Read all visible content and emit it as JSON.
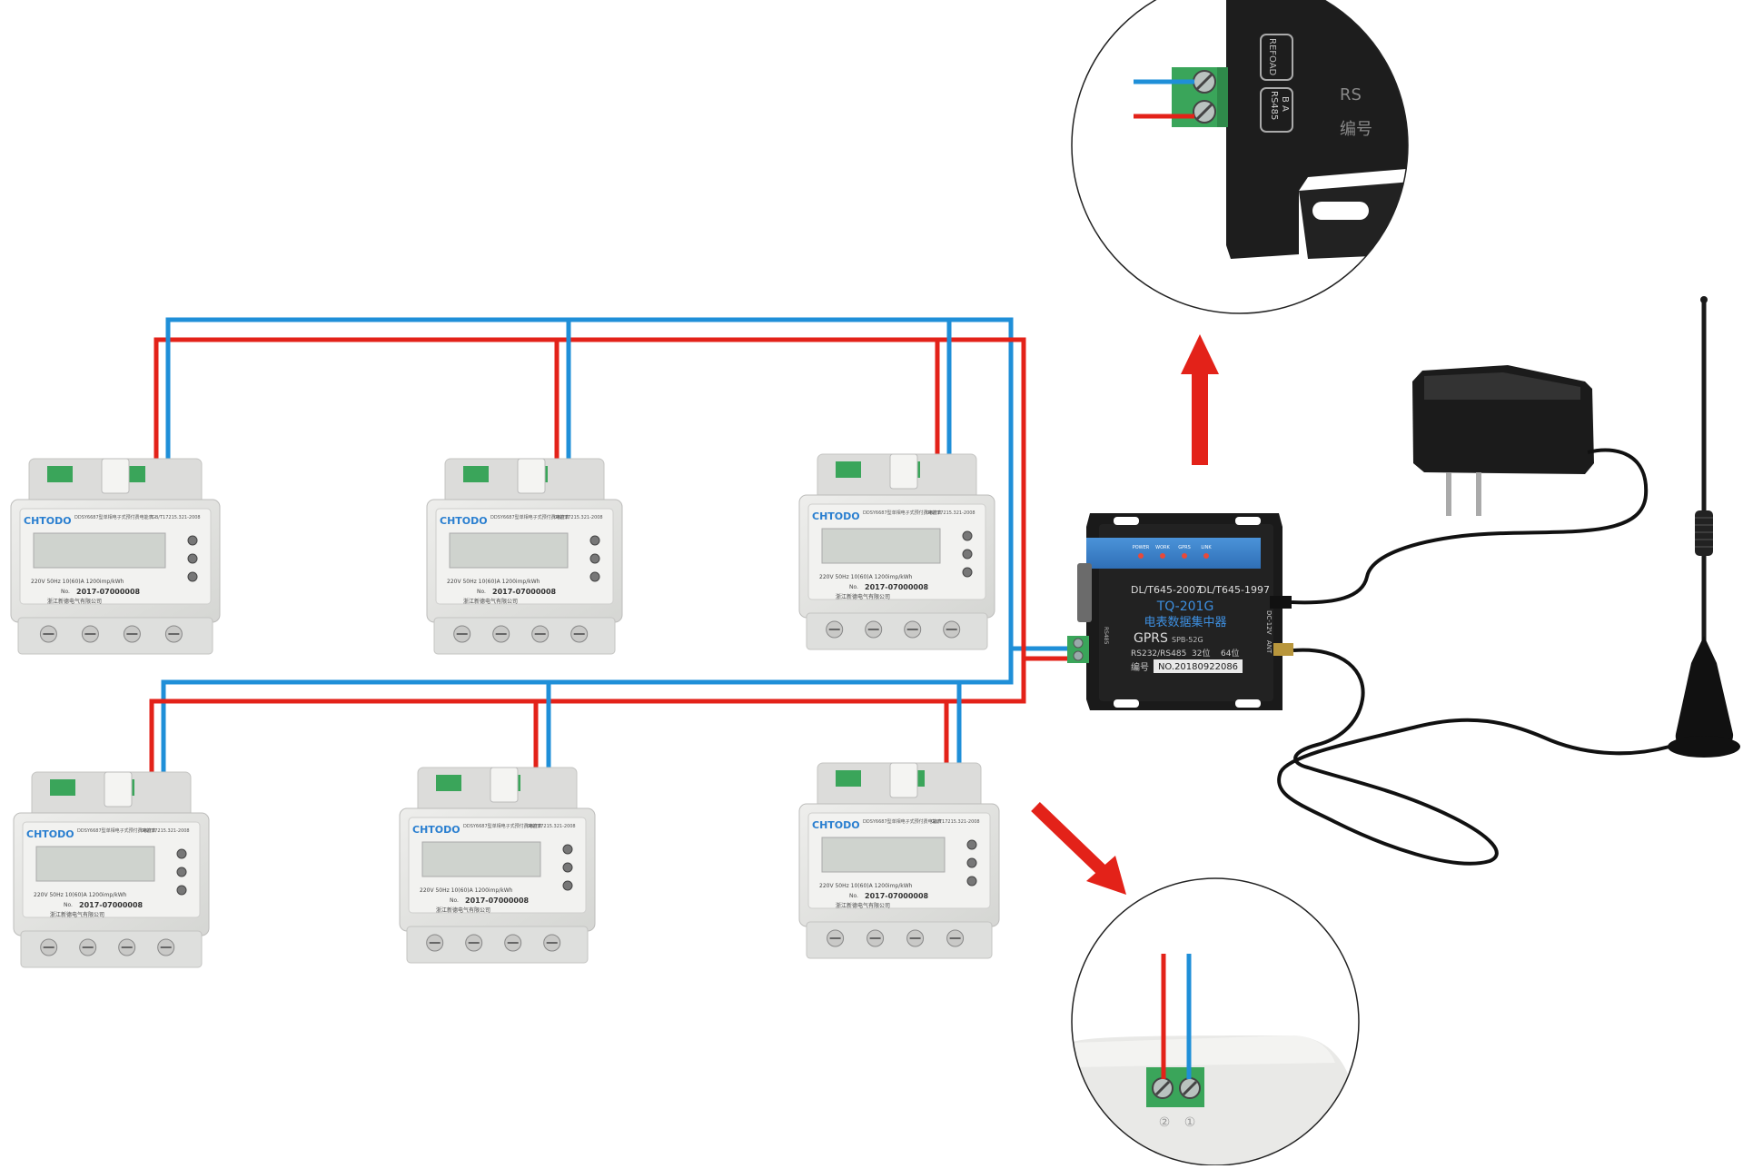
{
  "colors": {
    "bus_a": "#e32219",
    "bus_b": "#1f8fd8",
    "arrow": "#e32219",
    "meter_body": "#e4e5e3",
    "meter_face": "#f2f2f0",
    "meter_brand": "#2a7fd0",
    "lcd": "#cfd3ce",
    "terminal_green": "#3aa55a",
    "collector_black": "#1c1c1c",
    "collector_blue": "#3a7fc8"
  },
  "meters": [
    {
      "brand": "CHTODO",
      "standard": "GB/T17215.321-2008",
      "model_line": "DDSY6687型单相电子式预付费电能表",
      "specs": "220V    50Hz   10(60)A   1200imp/kWh",
      "serial_prefix": "No.",
      "serial": "2017-07000008",
      "maker": "浙江新德电气有限公司"
    },
    {
      "brand": "CHTODO",
      "standard": "GB/T17215.321-2008",
      "model_line": "DDSY6687型单相电子式预付费电能表",
      "specs": "220V    50Hz   10(60)A   1200imp/kWh",
      "serial_prefix": "No.",
      "serial": "2017-07000008",
      "maker": "浙江新德电气有限公司"
    },
    {
      "brand": "CHTODO",
      "standard": "GB/T17215.321-2008",
      "model_line": "DDSY6687型单相电子式预付费电能表",
      "specs": "220V    50Hz   10(60)A   1200imp/kWh",
      "serial_prefix": "No.",
      "serial": "2017-07000008",
      "maker": "浙江新德电气有限公司"
    },
    {
      "brand": "CHTODO",
      "standard": "GB/T17215.321-2008",
      "model_line": "DDSY6687型单相电子式预付费电能表",
      "specs": "220V    50Hz   10(60)A   1200imp/kWh",
      "serial_prefix": "No.",
      "serial": "2017-07000008",
      "maker": "浙江新德电气有限公司"
    },
    {
      "brand": "CHTODO",
      "standard": "GB/T17215.321-2008",
      "model_line": "DDSY6687型单相电子式预付费电能表",
      "specs": "220V    50Hz   10(60)A   1200imp/kWh",
      "serial_prefix": "No.",
      "serial": "2017-07000008",
      "maker": "浙江新德电气有限公司"
    },
    {
      "brand": "CHTODO",
      "standard": "GB/T17215.321-2008",
      "model_line": "DDSY6687型单相电子式预付费电能表",
      "specs": "220V    50Hz   10(60)A   1200imp/kWh",
      "serial_prefix": "No.",
      "serial": "2017-07000008",
      "maker": "浙江新德电气有限公司"
    }
  ],
  "collector": {
    "led_labels": [
      "POWER",
      "WORK",
      "GPRS",
      "LINK"
    ],
    "protocol_a": "DL/T645-2007",
    "protocol_b": "DL/T645-1997",
    "model": "TQ-201G",
    "name": "电表数据集中器",
    "tech": "GPRS",
    "tech_sub": "SPB-52G",
    "interface": "RS232/RS485",
    "channels_a": "32位",
    "channels_b": "64位",
    "serial_label": "编号",
    "serial": "NO.20180922086",
    "port_dc": "DC-12V",
    "port_ant": "ANT",
    "port_rs": "RS485"
  },
  "zoom_top": {
    "reload_label": "REFOAD",
    "rs485_label": "RS485",
    "ba_label": "B  A",
    "side_text_1": "RS",
    "side_text_2": "编号"
  },
  "zoom_bottom": {
    "terminal_num_1": "②",
    "terminal_num_2": "①"
  }
}
